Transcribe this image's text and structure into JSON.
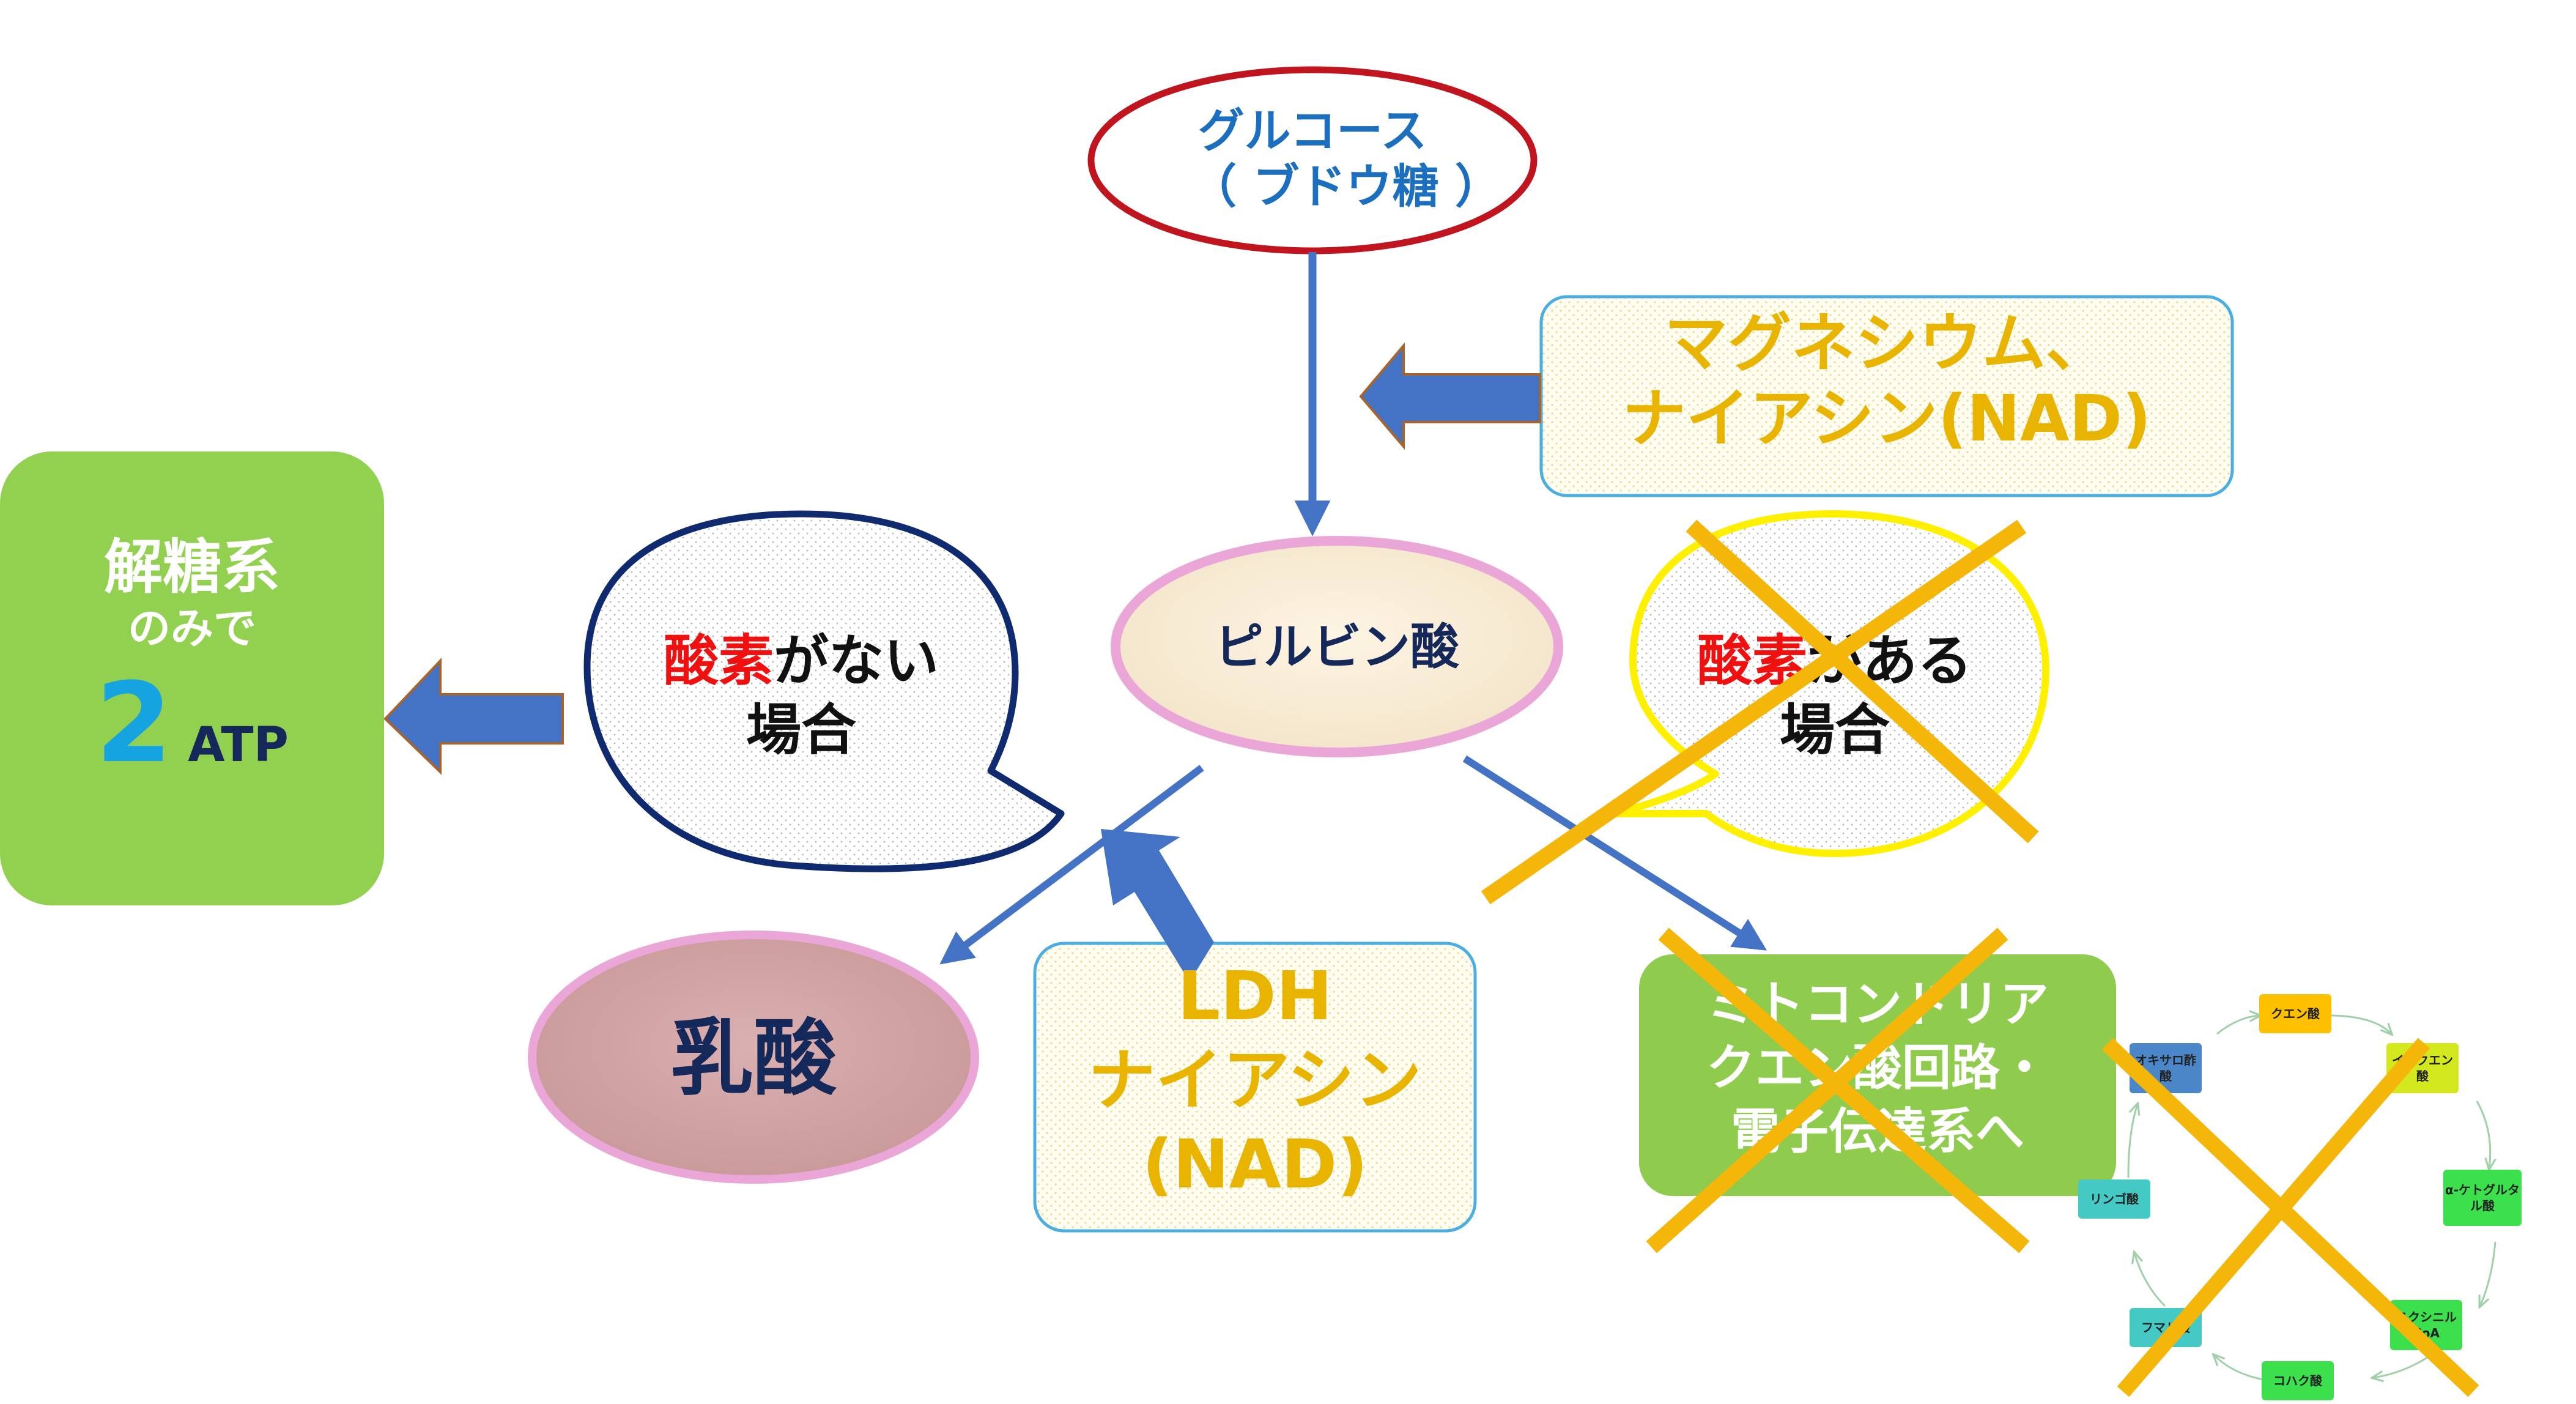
{
  "nodes": {
    "glucose": {
      "line1": "グルコース",
      "line2": "（ ブドウ糖 ）"
    },
    "pyruvate": {
      "label": "ピルビン酸"
    },
    "cofactor_top": {
      "line1": "マグネシウム、",
      "line2": "ナイアシン(NAD)"
    },
    "no_oxygen": {
      "emph": "酸素",
      "rest": "がない",
      "line2": "場合"
    },
    "with_oxygen": {
      "emph": "酸素",
      "rest": "がある",
      "line2": "場合"
    },
    "glycolysis_box": {
      "line1": "解糖系",
      "line2": "のみで",
      "number": "2",
      "unit": "ATP"
    },
    "lactate": {
      "label": "乳酸"
    },
    "ldh_box": {
      "line1": "LDH",
      "line2": "ナイアシン",
      "line3": "(NAD)"
    },
    "mitochondria_box": {
      "line1": "ミトコンドリア",
      "line2": "クエン酸回路・",
      "line3": "電子伝達系へ"
    }
  },
  "tca_cycle": {
    "items": [
      {
        "label": "クエン酸",
        "color": "#FFC000"
      },
      {
        "label": "イソクエン酸",
        "color": "#D4E81E"
      },
      {
        "label": "α-ケトグルタル酸",
        "color": "#3BE04C"
      },
      {
        "label": "スクシニルCoA",
        "color": "#3BE04C"
      },
      {
        "label": "コハク酸",
        "color": "#3BE04C"
      },
      {
        "label": "フマル酸",
        "color": "#45C9C4"
      },
      {
        "label": "リンゴ酸",
        "color": "#45C9C4"
      },
      {
        "label": "オキサロ酢酸",
        "color": "#4A86C8"
      }
    ]
  },
  "colors": {
    "arrow_blue": "#4472C4",
    "cross_orange": "#F5B60A",
    "green_box": "#92D050",
    "gold_text": "#E8B400",
    "oxygen_red": "#F01010"
  }
}
